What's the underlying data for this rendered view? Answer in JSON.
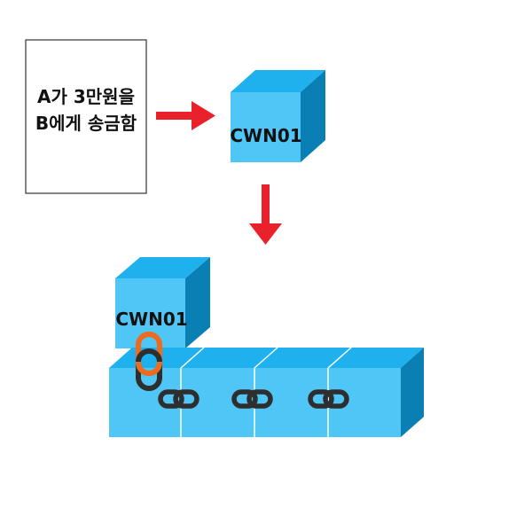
{
  "note": {
    "line1": "A가 3만원을",
    "line2": "B에게 송금함"
  },
  "new_block": {
    "label": "CWN01"
  },
  "attached_block": {
    "label": "CWN01"
  },
  "chain": {
    "block_count": 4
  },
  "colors": {
    "block_front": "#4fc6f5",
    "block_top": "#1fb0ee",
    "block_side": "#0a7fb3",
    "arrow": "#e8212b",
    "link_dark": "#2e2e2e",
    "link_orange": "#ee6a1c",
    "note_border": "#333333"
  },
  "icons": {
    "arrow_right": "arrow-right-icon",
    "arrow_down": "arrow-down-icon",
    "chain_link": "chain-link-icon"
  }
}
